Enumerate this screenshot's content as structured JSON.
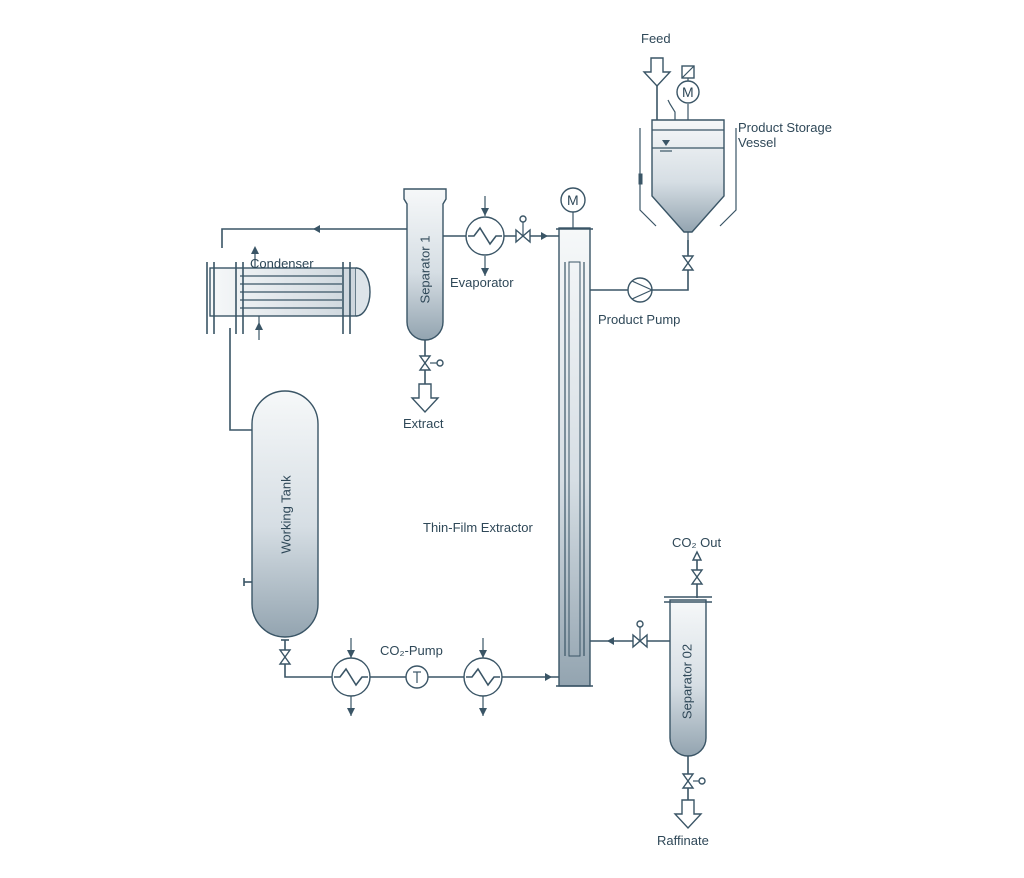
{
  "labels": {
    "feed": "Feed",
    "product_storage_vessel_line1": "Product Storage",
    "product_storage_vessel_line2": "Vessel",
    "condenser": "Condenser",
    "separator_1": "Separator 1",
    "evaporator": "Evaporator",
    "extract": "Extract",
    "product_pump": "Product Pump",
    "working_tank": "Working Tank",
    "thin_film_extractor": "Thin-Film Extractor",
    "co2_out": "CO₂ Out",
    "co2_pump": "CO₂-Pump",
    "separator_02": "Separator 02",
    "raffinate": "Raffinate"
  },
  "symbols": {
    "motor": "M",
    "temperature": "T"
  },
  "colors": {
    "line": "#3a5566",
    "vessel_top": "#f2f5f7",
    "vessel_bottom": "#98a8b4",
    "text": "#2f4858"
  }
}
